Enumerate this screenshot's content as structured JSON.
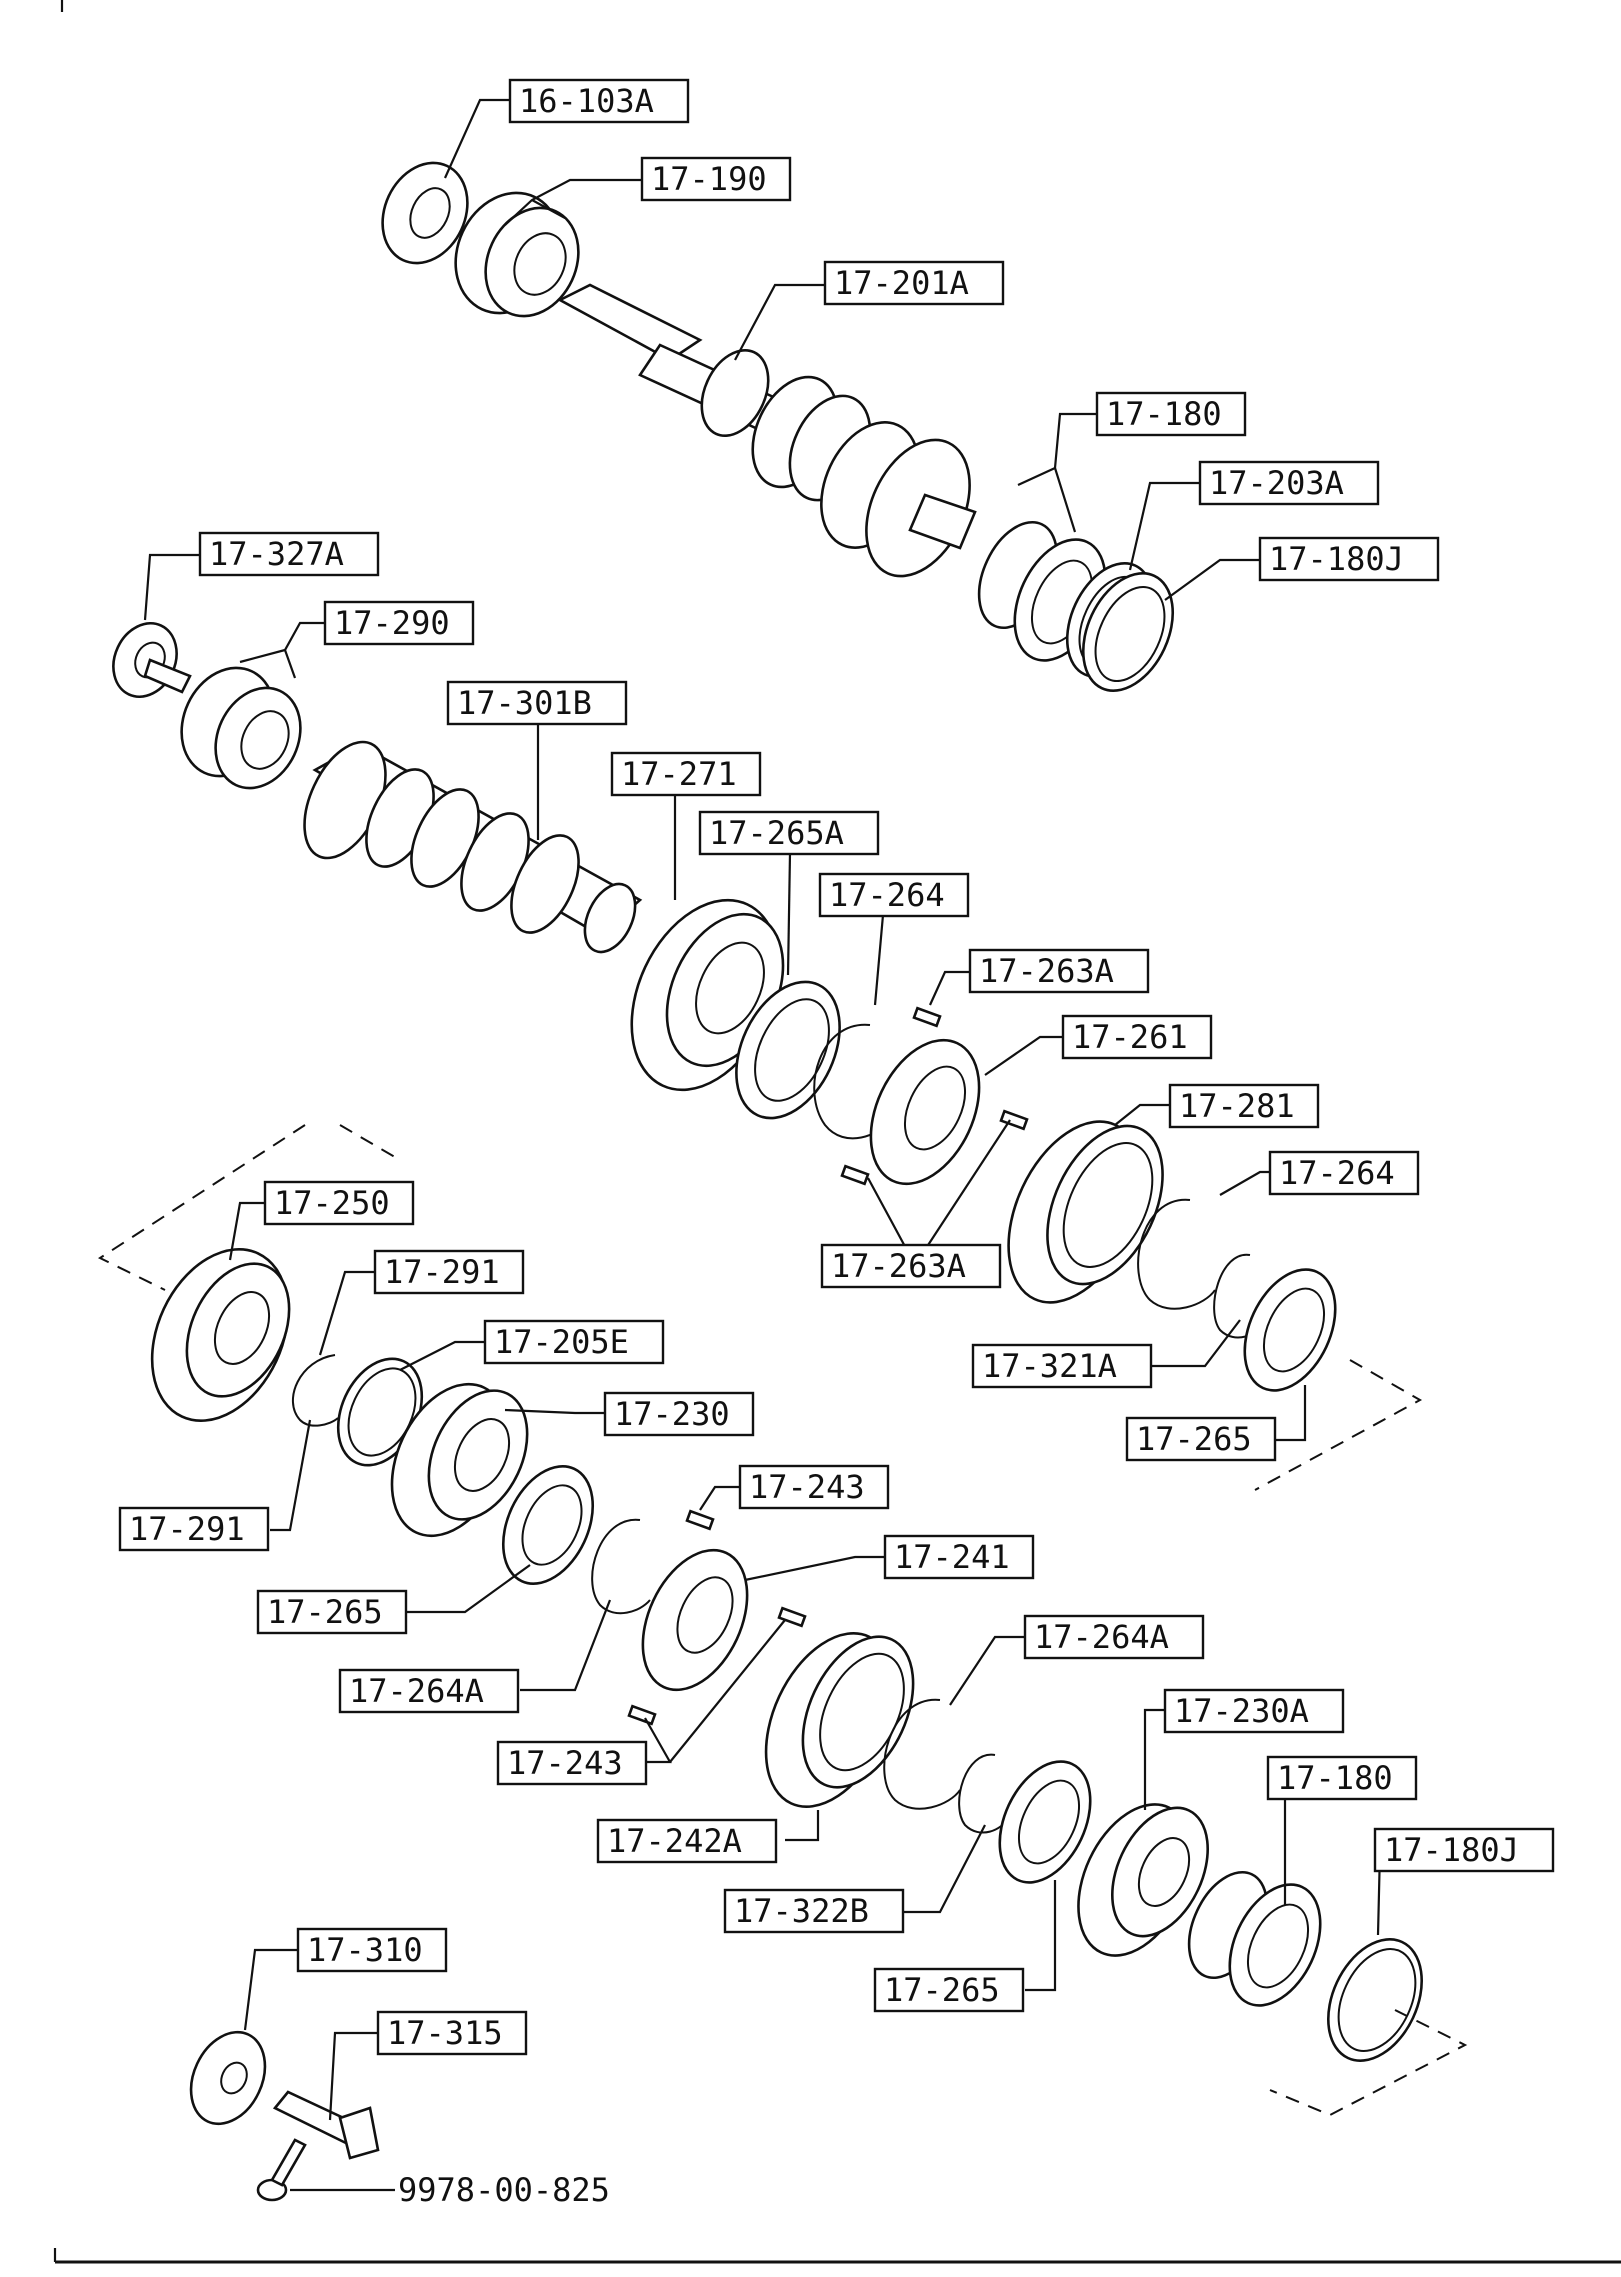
{
  "labels": {
    "l_16_103A": "16-103A",
    "l_17_190": "17-190",
    "l_17_201A": "17-201A",
    "l_17_180_a": "17-180",
    "l_17_203A": "17-203A",
    "l_17_180J_a": "17-180J",
    "l_17_327A": "17-327A",
    "l_17_290": "17-290",
    "l_17_301B": "17-301B",
    "l_17_271": "17-271",
    "l_17_265A": "17-265A",
    "l_17_264_a": "17-264",
    "l_17_263A_a": "17-263A",
    "l_17_261": "17-261",
    "l_17_281": "17-281",
    "l_17_264_b": "17-264",
    "l_17_263A_b": "17-263A",
    "l_17_321A": "17-321A",
    "l_17_265_a": "17-265",
    "l_17_250": "17-250",
    "l_17_291_a": "17-291",
    "l_17_205E": "17-205E",
    "l_17_230": "17-230",
    "l_17_291_b": "17-291",
    "l_17_243_a": "17-243",
    "l_17_241": "17-241",
    "l_17_265_b": "17-265",
    "l_17_264A_a": "17-264A",
    "l_17_264A_b": "17-264A",
    "l_17_243_b": "17-243",
    "l_17_230A": "17-230A",
    "l_17_180_b": "17-180",
    "l_17_180J_b": "17-180J",
    "l_17_242A": "17-242A",
    "l_17_322B": "17-322B",
    "l_17_265_c": "17-265",
    "l_17_310": "17-310",
    "l_17_315": "17-315",
    "l_9978": "9978-00-825"
  }
}
